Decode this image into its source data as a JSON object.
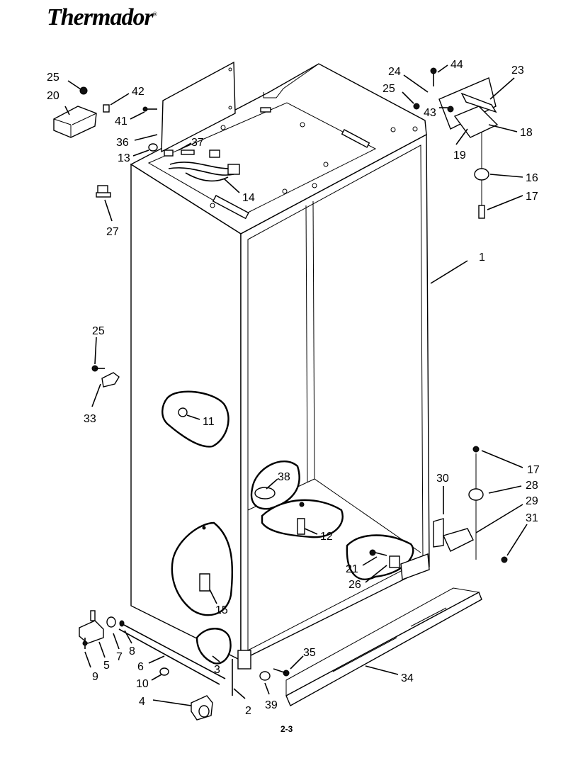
{
  "brand": "Thermador",
  "page_number": "2-3",
  "callouts": [
    "1",
    "2",
    "3",
    "4",
    "5",
    "6",
    "7",
    "8",
    "9",
    "10",
    "11",
    "12",
    "13",
    "14",
    "15",
    "16",
    "17",
    "17",
    "18",
    "19",
    "20",
    "21",
    "23",
    "24",
    "25",
    "25",
    "25",
    "26",
    "27",
    "28",
    "29",
    "30",
    "31",
    "33",
    "34",
    "35",
    "36",
    "37",
    "38",
    "39",
    "41",
    "42",
    "43",
    "44"
  ]
}
